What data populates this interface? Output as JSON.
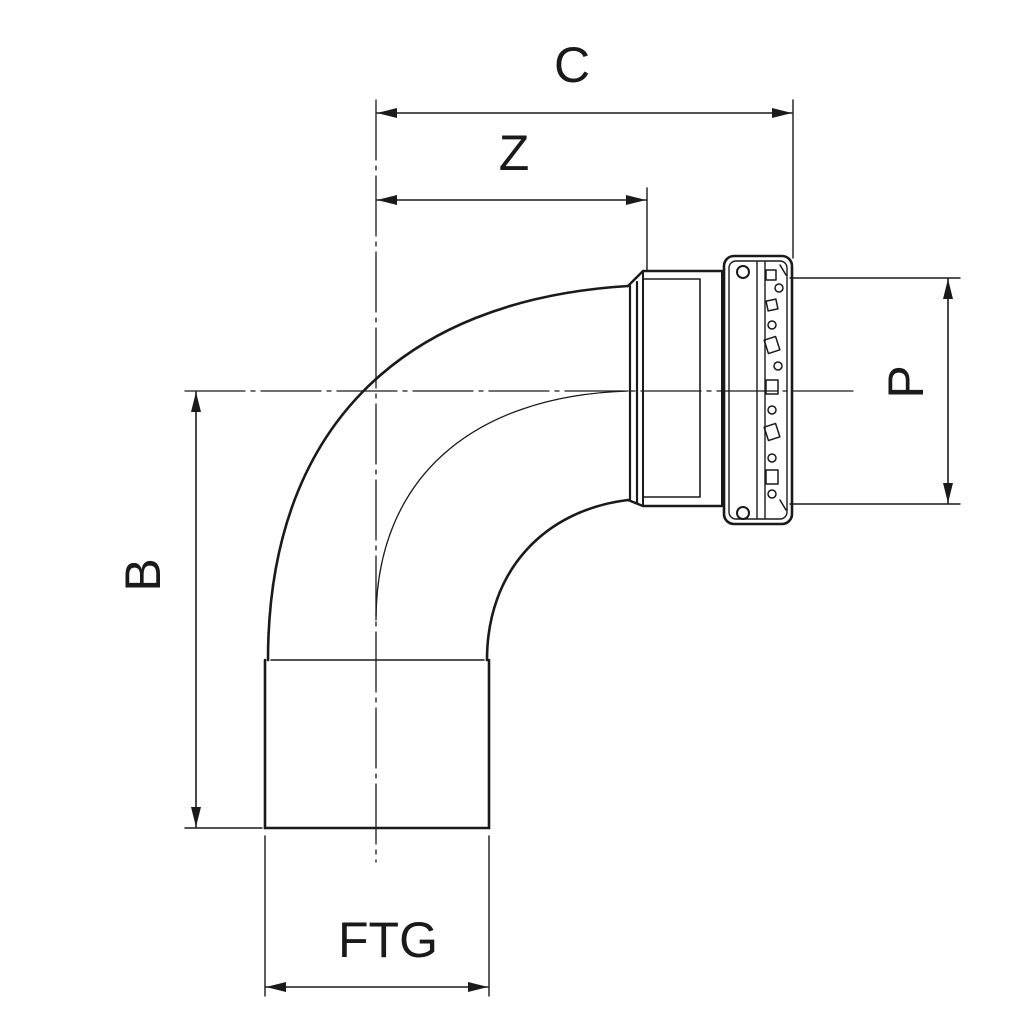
{
  "labels": {
    "c": "C",
    "z": "Z",
    "p": "P",
    "b": "B",
    "ftg": "FTG"
  },
  "colors": {
    "line": "#1a1a1a",
    "background": "#ffffff"
  }
}
